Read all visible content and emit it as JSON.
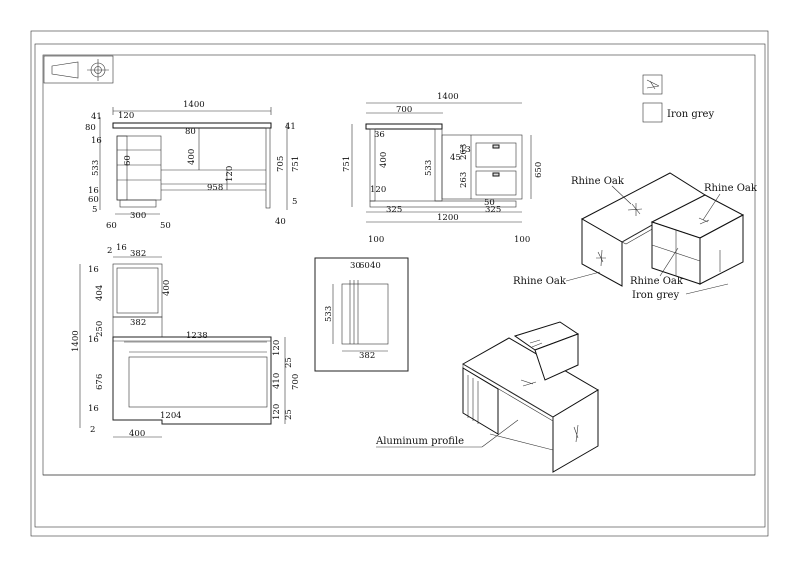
{
  "legend": {
    "material_label": "Iron grey",
    "swatch_icon": "wood-grain-icon"
  },
  "front_view": {
    "width": "1400",
    "d41": "41",
    "d80": "80",
    "d16a": "16",
    "d533": "533",
    "d16b": "16",
    "d60": "60",
    "d5": "5",
    "d120": "120",
    "d60b": "60",
    "d400": "400",
    "d120b": "120",
    "d958": "958",
    "d300": "300",
    "d60c": "60",
    "d50": "50",
    "d751": "751",
    "d705": "705",
    "d41b": "41",
    "d5b": "5",
    "d40": "40"
  },
  "side_view": {
    "width": "1400",
    "d700": "700",
    "d751": "751",
    "d36": "36",
    "d400": "400",
    "d533": "533",
    "d120": "120",
    "d325a": "325",
    "d1200": "1200",
    "d325b": "325",
    "d100a": "100",
    "d100b": "100",
    "d650": "650",
    "d263": "263",
    "d263b": "263",
    "d50": "50",
    "d45": "45",
    "d13": "13"
  },
  "plan_view": {
    "d2a": "2",
    "d16a": "16",
    "d382": "382",
    "d16b": "16",
    "d404": "404",
    "d400": "400",
    "d382b": "382",
    "d250": "250",
    "d16c": "16",
    "d1400": "1400",
    "d1238": "1238",
    "d676": "676",
    "d16d": "16",
    "d2b": "2",
    "d400b": "400",
    "d120a": "120",
    "d4": "4",
    "d120b": "120",
    "d25a": "25",
    "d410": "410",
    "d700": "700",
    "d120c": "120",
    "d25b": "25"
  },
  "detail_view": {
    "d30": "30",
    "d60": "60",
    "d40": "40",
    "d533": "533",
    "d382": "382"
  },
  "iso_labels": {
    "rhine_oak_top": "Rhine Oak",
    "rhine_oak_right": "Rhine Oak",
    "rhine_oak_left": "Rhine Oak",
    "rhine_oak_bottom": "Rhine Oak",
    "iron_grey": "Iron grey",
    "aluminum_profile": "Aluminum profile"
  }
}
